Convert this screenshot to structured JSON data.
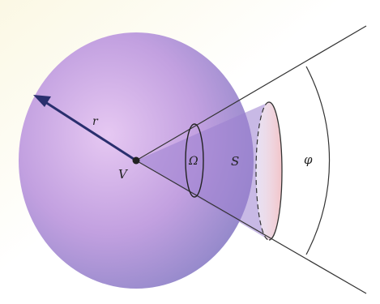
{
  "labels": {
    "radius": "r",
    "vertex": "V",
    "solid_angle": "Ω",
    "area": "S",
    "angle": "φ"
  },
  "colors": {
    "background_tint": "#fbf8e4",
    "sphere_light": "#e6c8f2",
    "sphere_mid": "#c2a0e0",
    "sphere_dark": "#8e86c8",
    "cone_fill": "#9a7fd0",
    "cap_fill": "#f2c3c8",
    "line": "#333333",
    "arrow": "#2a2f6e"
  }
}
